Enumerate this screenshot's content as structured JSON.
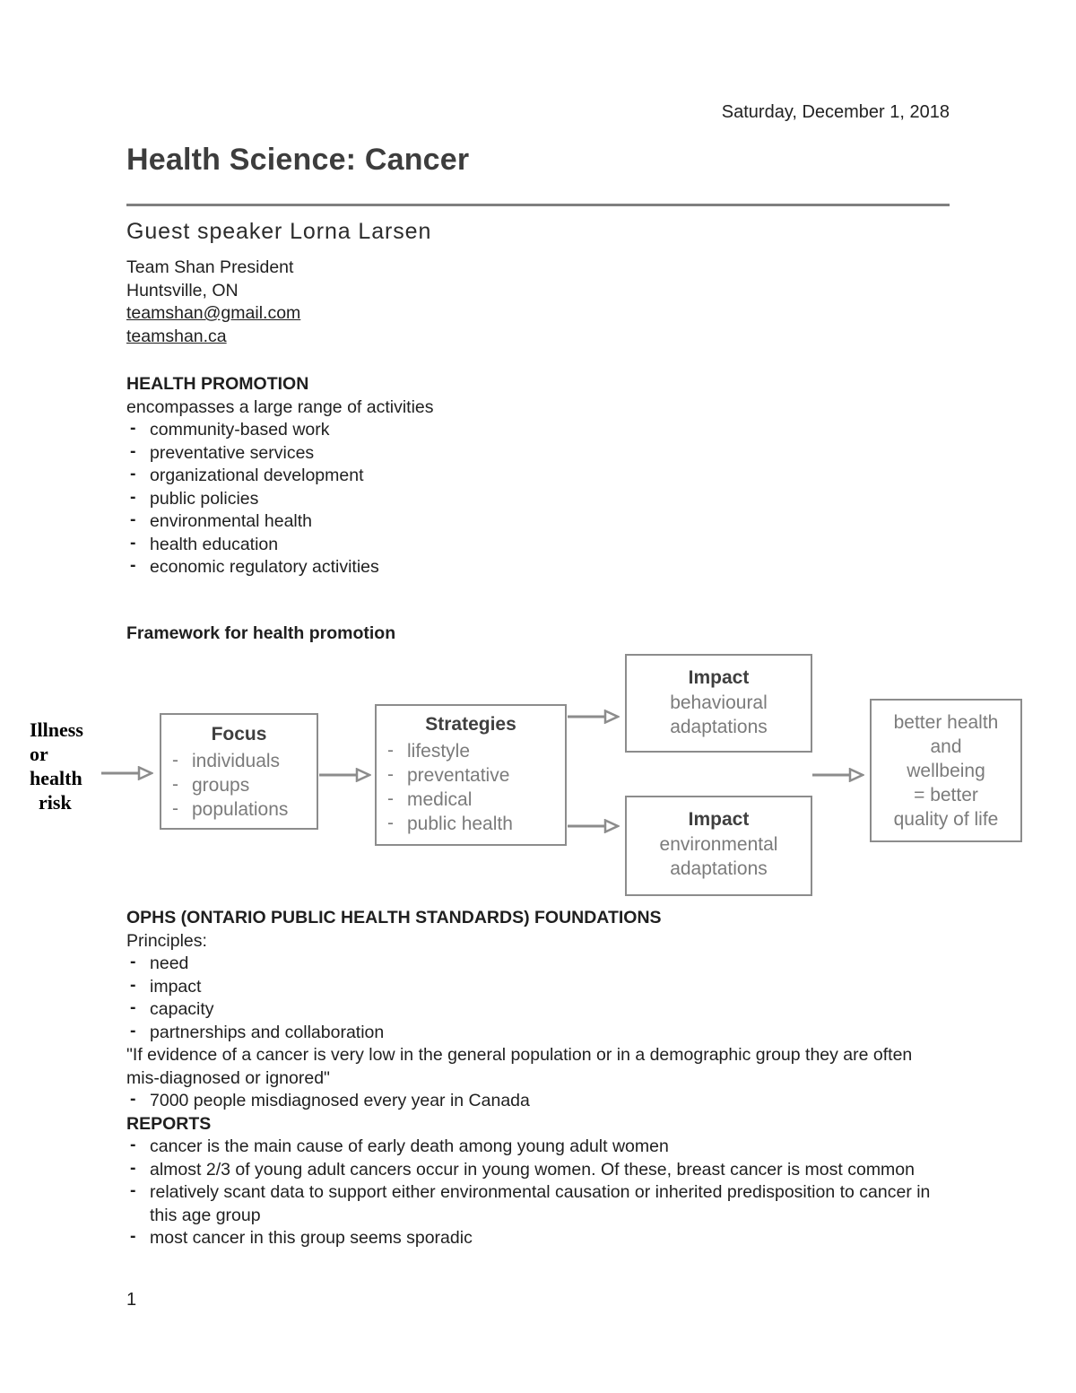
{
  "page": {
    "date": "Saturday, December 1, 2018",
    "title": "Health Science: Cancer",
    "page_number": "1"
  },
  "speaker": {
    "heading": "Guest speaker Lorna Larsen",
    "role": "Team Shan President",
    "location": "Huntsville, ON",
    "email": "teamshan@gmail.com",
    "website": "teamshan.ca"
  },
  "health_promotion": {
    "heading": "HEALTH PROMOTION",
    "intro": "encompasses a large range of activities",
    "items": [
      "community-based work",
      "preventative services",
      "organizational development",
      "public policies",
      "environmental health",
      "health education",
      "economic regulatory activities"
    ]
  },
  "framework": {
    "heading": "Framework for health promotion",
    "source": [
      "Illness",
      "or",
      "health",
      "risk"
    ],
    "focus": {
      "title": "Focus",
      "items": [
        "individuals",
        "groups",
        "populations"
      ]
    },
    "strategies": {
      "title": "Strategies",
      "items": [
        "lifestyle",
        "preventative",
        "medical",
        "public health"
      ]
    },
    "impact_behavioural": {
      "title": "Impact",
      "lines": [
        "behavioural",
        "adaptations"
      ]
    },
    "impact_environmental": {
      "title": "Impact",
      "lines": [
        "environmental",
        "adaptations"
      ]
    },
    "outcome": {
      "lines": [
        "better health",
        "and",
        "wellbeing",
        "= better",
        "quality of life"
      ]
    }
  },
  "ophs": {
    "heading": "OPHS (ONTARIO PUBLIC HEALTH STANDARDS) FOUNDATIONS",
    "subheading": "Principles:",
    "items": [
      "need",
      "impact",
      "capacity",
      "partnerships and collaboration"
    ],
    "quote": "\"If evidence of a cancer is very low in the general population or in a demographic group they are often mis-diagnosed or ignored\"",
    "quote_item": "7000 people misdiagnosed every year in Canada"
  },
  "reports": {
    "heading": "REPORTS",
    "items": [
      "cancer is the main cause of early death among young adult women",
      "almost 2/3 of young adult cancers occur in young women. Of these, breast cancer is most common",
      "relatively scant data to support either environmental causation or inherited predisposition to cancer in this age group",
      "most cancer in this group seems sporadic"
    ]
  },
  "colors": {
    "title_gray": "#3d3d3d",
    "body_text": "#1f1f1f",
    "rule_gray": "#7f7f7f",
    "diagram_border": "#8c8c8c",
    "diagram_text": "#7b7b7b"
  }
}
